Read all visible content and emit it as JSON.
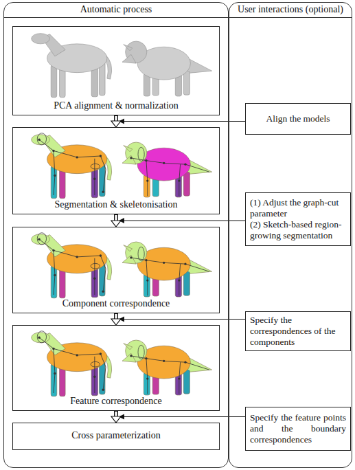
{
  "diagram": {
    "nodes": [
      {
        "text": [
          "Automatic process"
        ]
      },
      {
        "text": [
          "User interactions (optional)"
        ]
      },
      {
        "text": [
          "PCA alignment & normalization"
        ],
        "in": 0
      },
      {
        "text": [
          "Segmentation & skeletonisation"
        ],
        "in": 0
      },
      {
        "text": [
          "Component correspondence"
        ],
        "in": 0
      },
      {
        "text": [
          "Feature correspondence"
        ],
        "in": 0
      },
      {
        "text": [
          "Cross parameterization"
        ],
        "in": 0
      },
      {
        "text": [
          "Align the models"
        ],
        "in": 1
      },
      {
        "text": [
          "(1) Adjust the graph-cut parameter",
          "(2) Sketch-based region-growing segmentation"
        ],
        "in": 1
      },
      {
        "text": [
          "Specify the correspondences of the components"
        ],
        "in": 1
      },
      {
        "text": [
          "Specify the feature points and the boundary correspondences"
        ],
        "in": 1
      }
    ],
    "edges": [
      {
        "from": 2,
        "to": 3,
        "arrow": "to"
      },
      {
        "from": 3,
        "to": 4,
        "arrow": "to"
      },
      {
        "from": 4,
        "to": 5,
        "arrow": "to"
      },
      {
        "from": 5,
        "to": 6,
        "arrow": "to"
      },
      {
        "from": 7,
        "to": 3,
        "arrow": "to"
      },
      {
        "from": 8,
        "to": 4,
        "arrow": "to"
      },
      {
        "from": 9,
        "to": 5,
        "arrow": "to"
      },
      {
        "from": 10,
        "to": 6,
        "arrow": "to"
      }
    ]
  }
}
